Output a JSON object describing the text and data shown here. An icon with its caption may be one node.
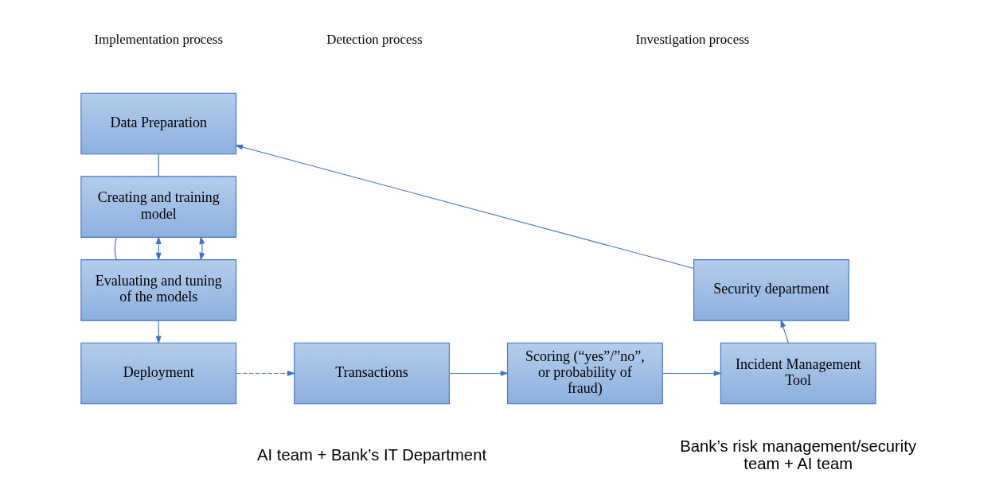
{
  "diagram": {
    "nodes": [
      {
        "text": [
          "Data Preparation"
        ]
      },
      {
        "text": [
          "Creating and training model"
        ]
      },
      {
        "text": [
          "Evaluating and tuning of the models"
        ]
      },
      {
        "text": [
          "Deployment"
        ]
      },
      {
        "text": [
          "Transactions"
        ]
      },
      {
        "text": [
          "Scoring (“yes”/”no”, or probability of fraud)"
        ]
      },
      {
        "text": [
          "Incident Management Tool"
        ]
      },
      {
        "text": [
          "Security department"
        ]
      }
    ],
    "edges": [
      {
        "from": 0,
        "to": 1,
        "arrow": "none"
      },
      {
        "from": 1,
        "to": 2,
        "arrow": "none"
      },
      {
        "from": 1,
        "to": 2,
        "arrow": "both"
      },
      {
        "from": 1,
        "to": 2,
        "arrow": "both"
      },
      {
        "from": 2,
        "to": 3,
        "arrow": "to"
      },
      {
        "from": 3,
        "to": 4,
        "arrow": "to",
        "style": "dashed"
      },
      {
        "from": 4,
        "to": 5,
        "arrow": "to"
      },
      {
        "from": 5,
        "to": 6,
        "arrow": "to"
      },
      {
        "from": 6,
        "to": 7,
        "arrow": "to"
      },
      {
        "from": 7,
        "to": 0,
        "arrow": "to"
      }
    ],
    "labels": [
      "Implementation process",
      "Detection process",
      "Investigation process",
      "AI team + Bank’s IT Department",
      "Bank’s risk management/security team + AI team"
    ]
  }
}
